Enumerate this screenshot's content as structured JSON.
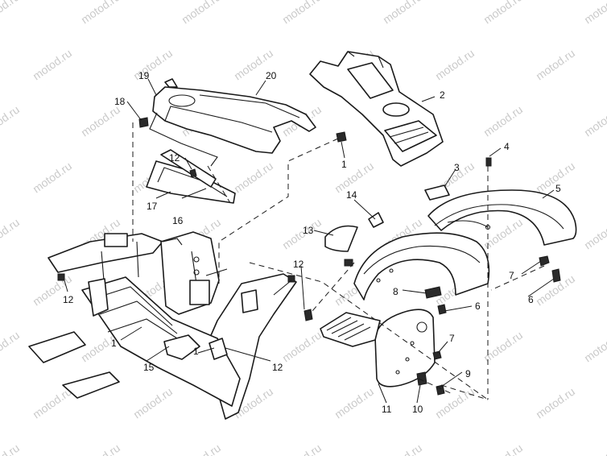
{
  "watermark": "motod.ru",
  "callouts": {
    "c1a": "1",
    "c1b": "1",
    "c1c": "1",
    "c2": "2",
    "c3": "3",
    "c4": "4",
    "c5": "5",
    "c6a": "6",
    "c6b": "6",
    "c7a": "7",
    "c7b": "7",
    "c8": "8",
    "c9": "9",
    "c10": "10",
    "c11": "11",
    "c12a": "12",
    "c12b": "12",
    "c12c": "12",
    "c12d": "12",
    "c13": "13",
    "c14": "14",
    "c15": "15",
    "c16": "16",
    "c17": "17",
    "c18": "18",
    "c19": "19",
    "c20": "20"
  }
}
